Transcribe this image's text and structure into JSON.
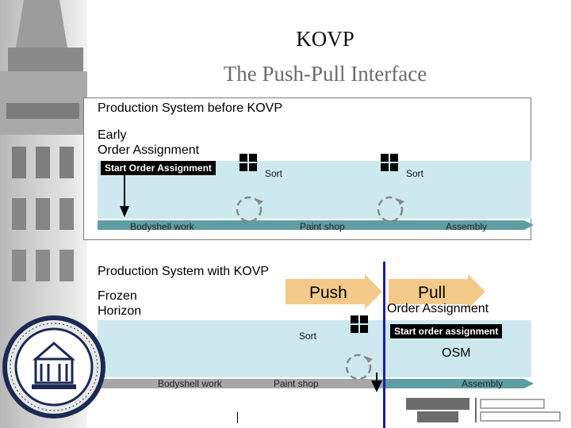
{
  "title": "KOVP",
  "subtitle": "The Push-Pull Interface",
  "before": {
    "heading": "Production System before KOVP",
    "early_line1": "Early",
    "early_line2": "Order Assignment",
    "start_tag": "Start Order Assignment",
    "sort1": "Sort",
    "sort2": "Sort",
    "bodyshell": "Bodyshell work",
    "paint": "Paint shop",
    "assembly": "Assembly"
  },
  "with": {
    "heading": "Production System with KOVP",
    "frozen_line1": "Frozen",
    "frozen_line2": "Horizon",
    "push": "Push",
    "pull": "Pull",
    "order_assignment": "Order Assignment",
    "start_tag": "Start order assignment",
    "sort": "Sort",
    "osm": "OSM",
    "bodyshell": "Bodyshell work",
    "paint": "Paint shop",
    "assembly": "Assembly"
  },
  "colors": {
    "band": "#cde9ef",
    "bar": "#5f9da4",
    "arrow_gold": "#f3c98a",
    "divider": "#1c1ca8"
  }
}
